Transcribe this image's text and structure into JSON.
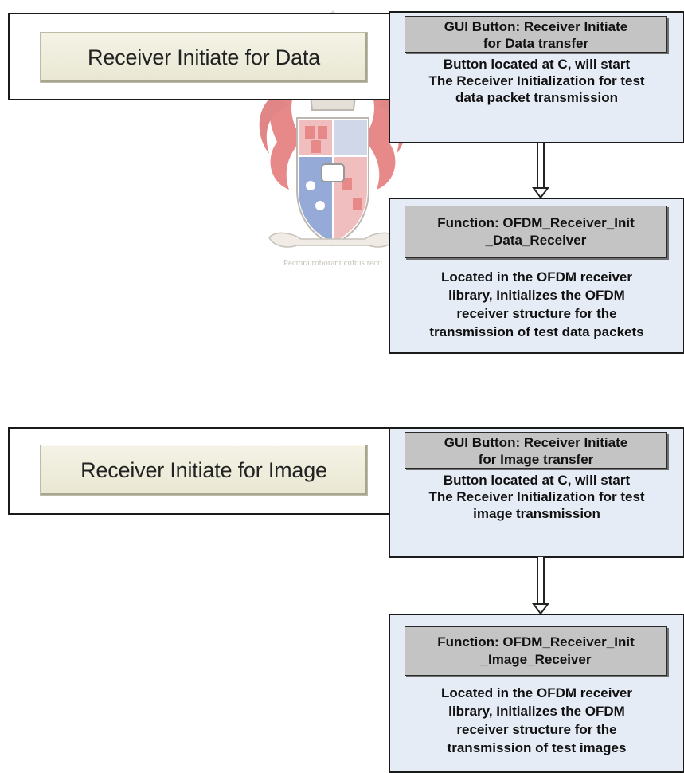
{
  "watermark": {
    "motto": "Pectora roborant cultus recti",
    "icon": "crest-icon"
  },
  "sections": [
    {
      "gui_button_label": "Receiver Initiate for Data",
      "gui_panel": {
        "header_lines": [
          "GUI Button: Receiver Initiate",
          "for Data transfer"
        ],
        "body_lines": [
          "Button located at C, will start",
          "The Receiver Initialization for test",
          "data packet transmission"
        ]
      },
      "function_panel": {
        "header_lines": [
          "Function: OFDM_Receiver_Init",
          "_Data_Receiver"
        ],
        "body_lines": [
          "Located in the OFDM receiver",
          "library, Initializes the OFDM",
          "receiver structure for the",
          "transmission of test data packets"
        ]
      }
    },
    {
      "gui_button_label": "Receiver Initiate for Image",
      "gui_panel": {
        "header_lines": [
          "GUI Button: Receiver Initiate",
          "for Image transfer"
        ],
        "body_lines": [
          "Button located at C, will start",
          "The Receiver Initialization for test",
          "image transmission"
        ]
      },
      "function_panel": {
        "header_lines": [
          "Function: OFDM_Receiver_Init",
          "_Image_Receiver"
        ],
        "body_lines": [
          "Located in the OFDM receiver",
          "library, Initializes the OFDM",
          "receiver structure for the",
          "transmission of test images"
        ]
      }
    }
  ],
  "colors": {
    "panel_fill": "#e6ecf6",
    "header_fill": "#c4c4c4",
    "button_fill": "#f1efde",
    "crest_red": "#d62a2a",
    "crest_blue": "#3f66b5"
  }
}
